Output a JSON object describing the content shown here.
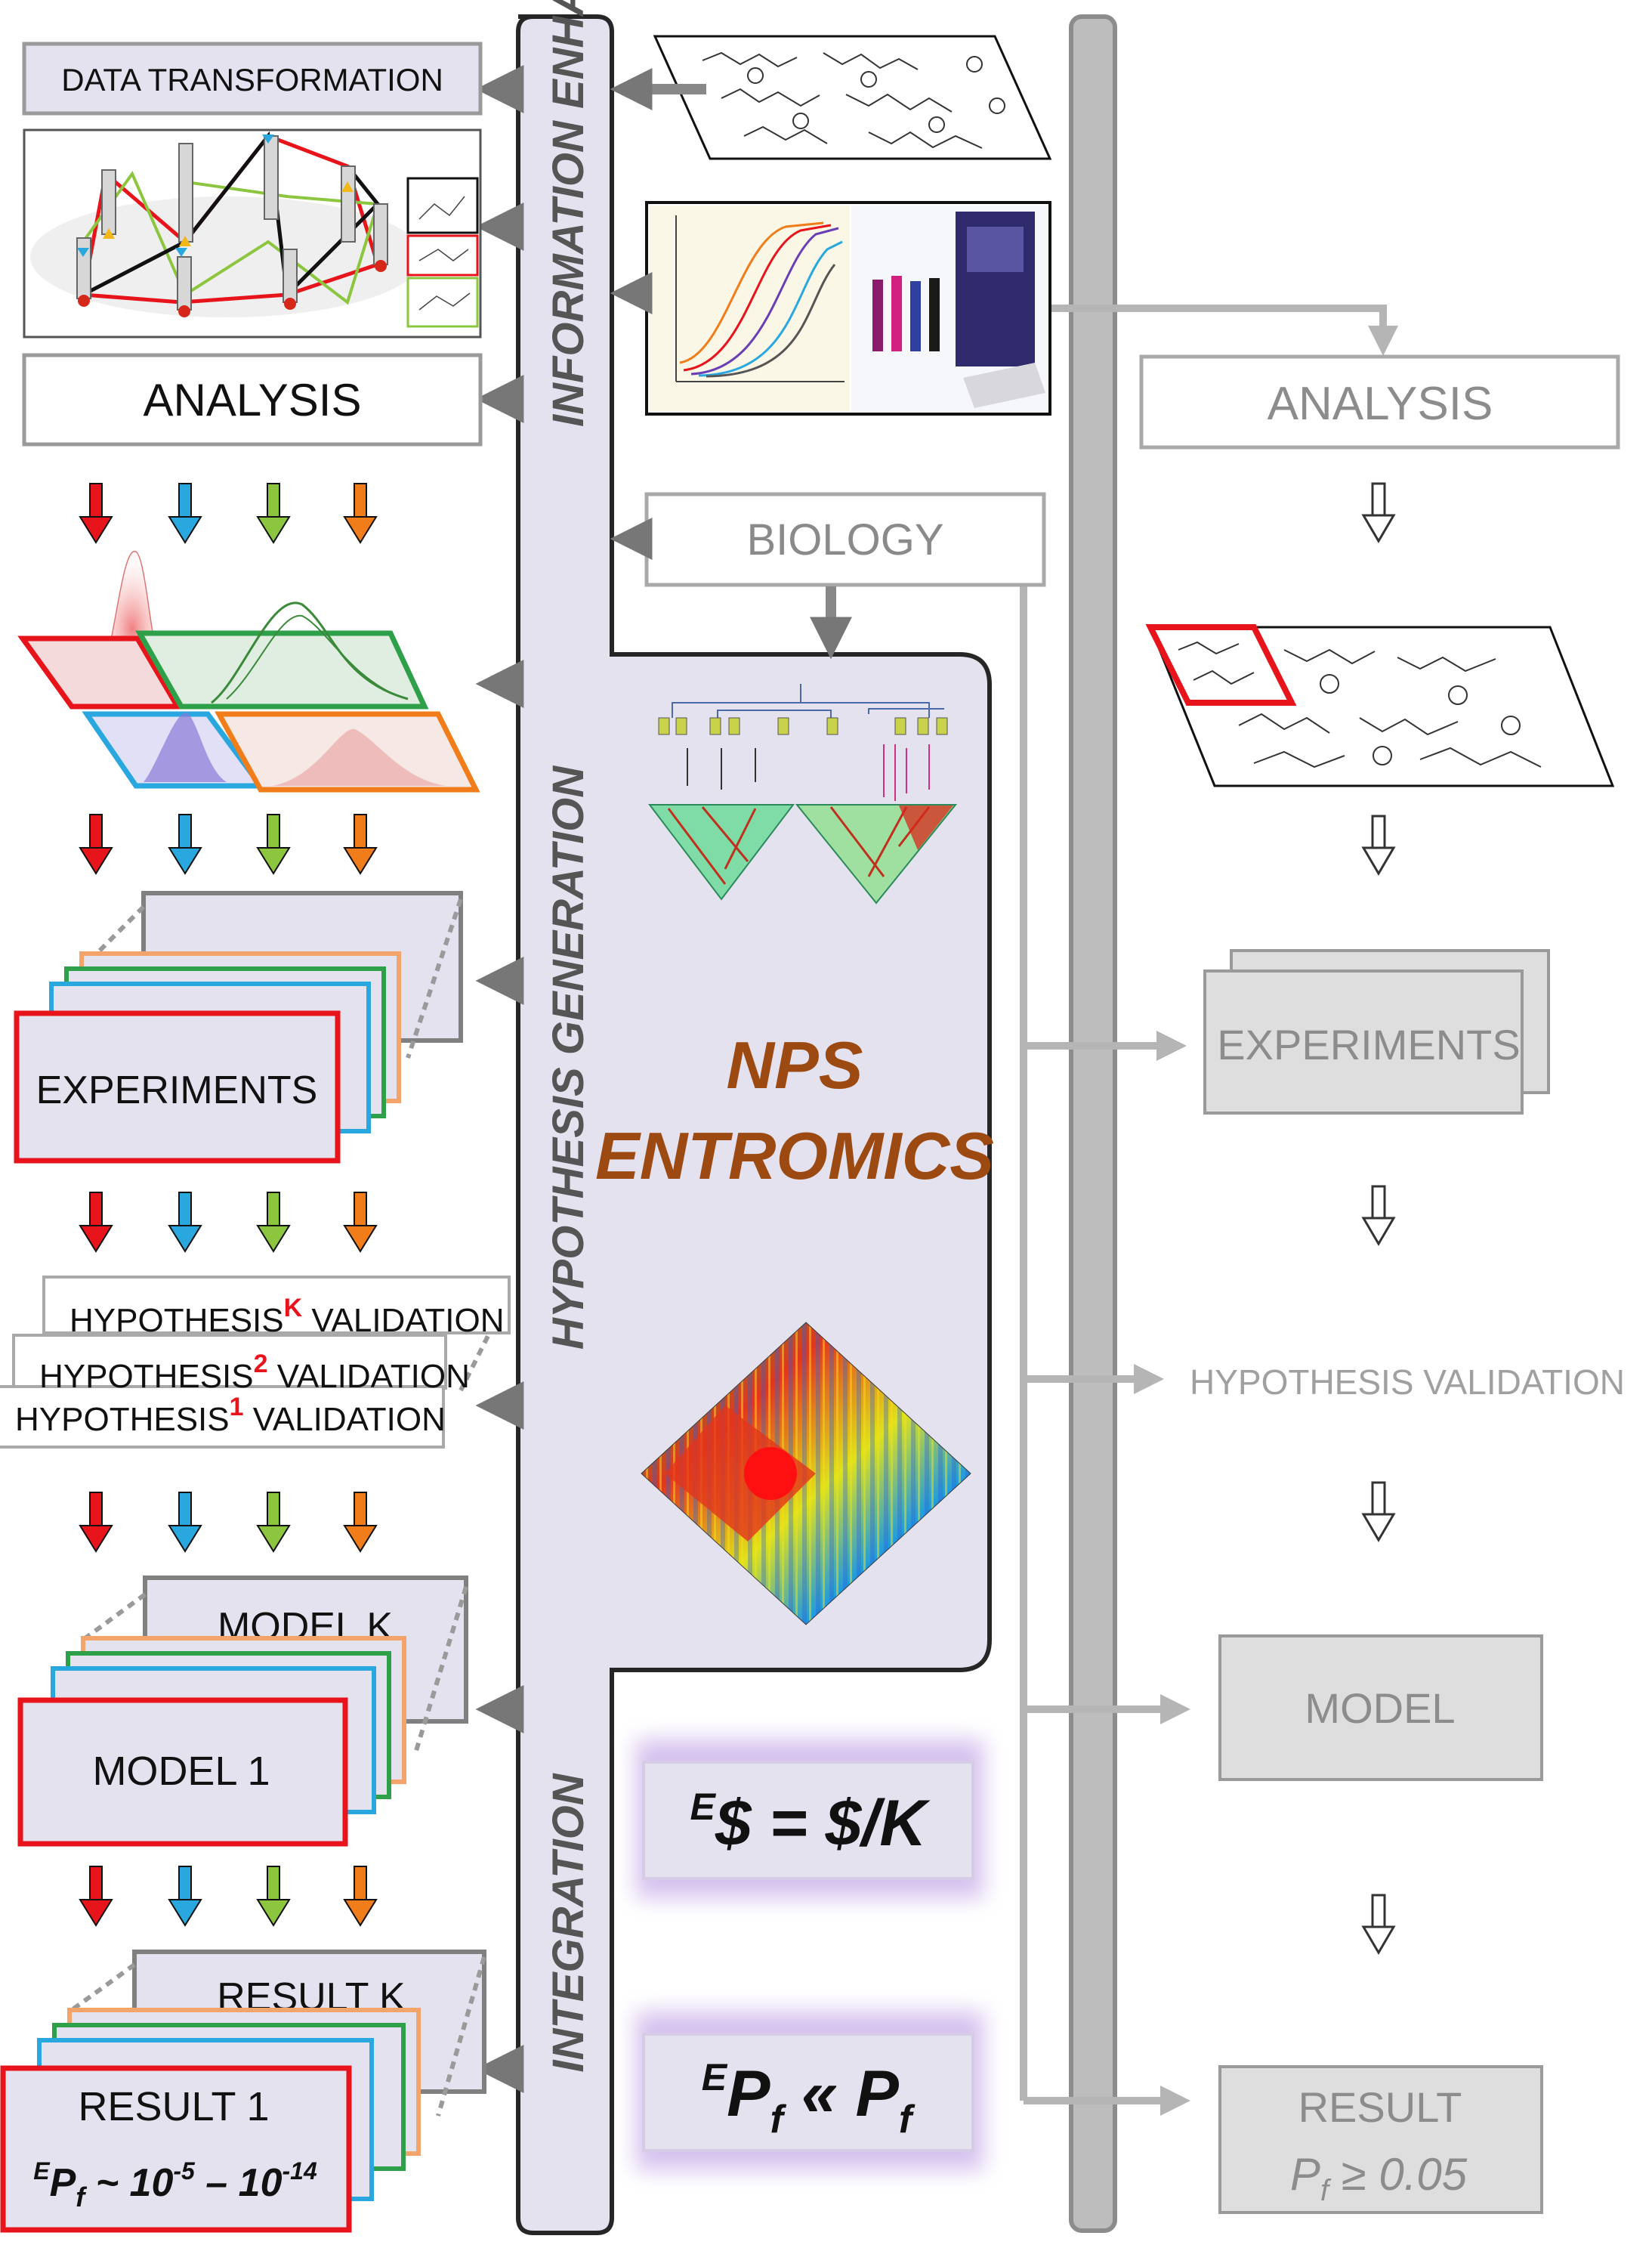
{
  "left": {
    "data_transformation": "DATA TRANSFORMATION",
    "analysis": "ANALYSIS",
    "experiments": "EXPERIMENTS",
    "hypotheses": [
      {
        "prefix": "HYPOTHESIS",
        "sup": "K",
        "suffix": " VALIDATION"
      },
      {
        "prefix": "HYPOTHESIS",
        "sup": "2",
        "suffix": " VALIDATION"
      },
      {
        "prefix": "HYPOTHESIS",
        "sup": "1",
        "suffix": " VALIDATION"
      }
    ],
    "model_k": "MODEL K",
    "model_1": "MODEL 1",
    "result_k": "RESULT K",
    "result_1": "RESULT 1",
    "result_formula": {
      "sup_e": "E",
      "p": "P",
      "sub_f": "f",
      "tilde": " ~ 10",
      "exp1": "-5",
      "dash": " – 10",
      "exp2": "-14"
    }
  },
  "center": {
    "bar_labels": {
      "info": "INFORMATION ENHANCEMENT",
      "hypothesis": "HYPOTHESIS GENERATION",
      "integration": "INTEGRATION"
    },
    "biology": "BIOLOGY",
    "title_line1": "NPS",
    "title_line2": "ENTROMICS",
    "formula1": {
      "sup": "E",
      "text": "$ = $/K"
    },
    "formula2": {
      "sup": "E",
      "p1": "P",
      "sub1": "f",
      "mid": " « ",
      "p2": "P",
      "sub2": "f"
    }
  },
  "right": {
    "analysis": "ANALYSIS",
    "experiments": "EXPERIMENTS",
    "hypothesis_validation": "HYPOTHESIS VALIDATION",
    "model": "MODEL",
    "result": "RESULT",
    "result_formula": {
      "p": "P",
      "sub": "f",
      "rest": " ≥ 0.05"
    }
  },
  "colors": {
    "red": "#e8141c",
    "blue": "#29a8e0",
    "green": "#8cc63f",
    "orange": "#f07d1a",
    "title_brown": "#9c4a12",
    "panel_lavender": "#e4e2ee",
    "right_gray": "#8c8c8c"
  }
}
